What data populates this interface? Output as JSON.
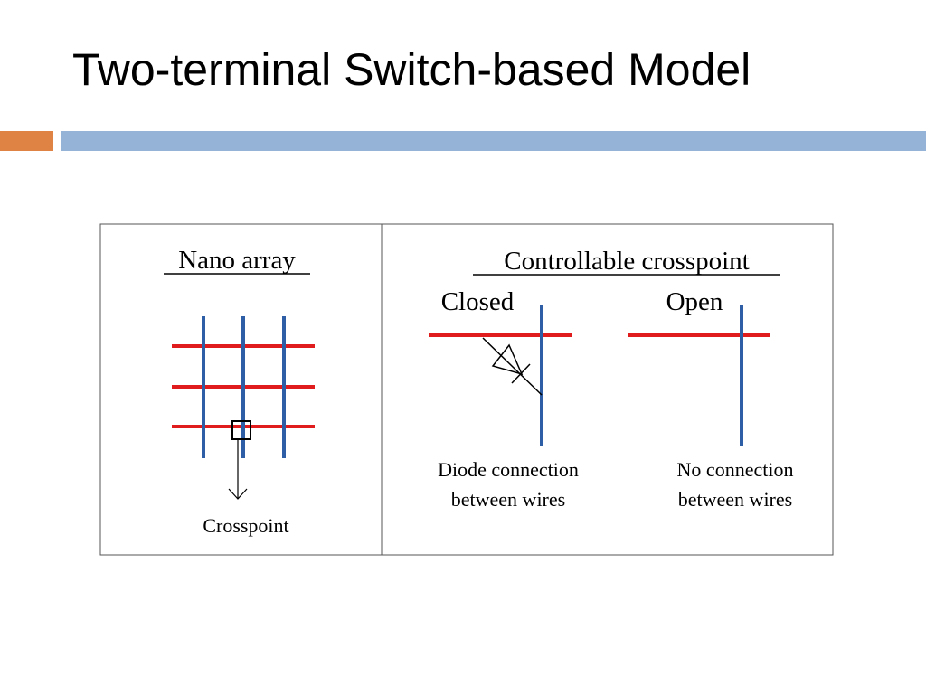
{
  "slide": {
    "title": "Two-terminal Switch-based Model"
  },
  "left_panel": {
    "heading": "Nano array",
    "crosspoint_label": "Crosspoint"
  },
  "right_panel": {
    "heading": "Controllable crosspoint",
    "closed_label": "Closed",
    "open_label": "Open",
    "closed_caption": [
      "Diode connection",
      "between wires"
    ],
    "open_caption": [
      "No connection",
      "between wires"
    ]
  },
  "colors": {
    "wire_horizontal": "#e01c1c",
    "wire_vertical": "#2e5fa6",
    "accent_orange": "#de8344",
    "accent_blue": "#95b3d7"
  }
}
